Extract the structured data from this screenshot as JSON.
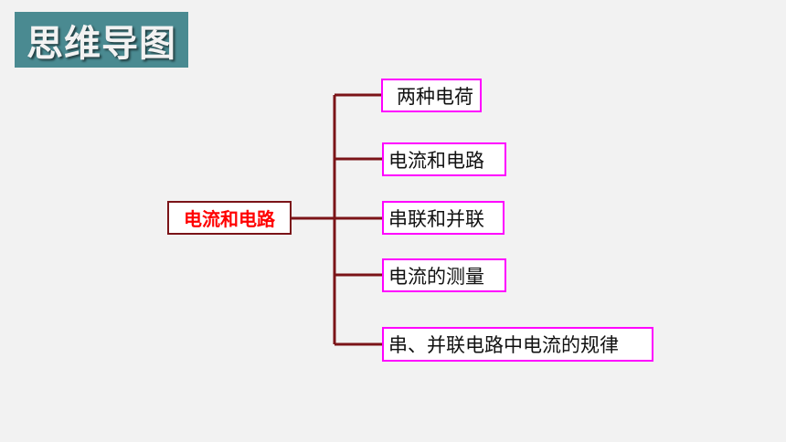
{
  "title": "思维导图",
  "root": {
    "label": "电流和电路"
  },
  "children": [
    {
      "label": "两种电荷"
    },
    {
      "label": "电流和电路"
    },
    {
      "label": "串联和并联"
    },
    {
      "label": "电流的测量"
    },
    {
      "label": "串、并联电路中电流的规律"
    }
  ],
  "colors": {
    "title_bg": "#4a8a91",
    "connector": "#7b1418",
    "root_text": "#ff0000",
    "child_border": "#ff00ff"
  }
}
